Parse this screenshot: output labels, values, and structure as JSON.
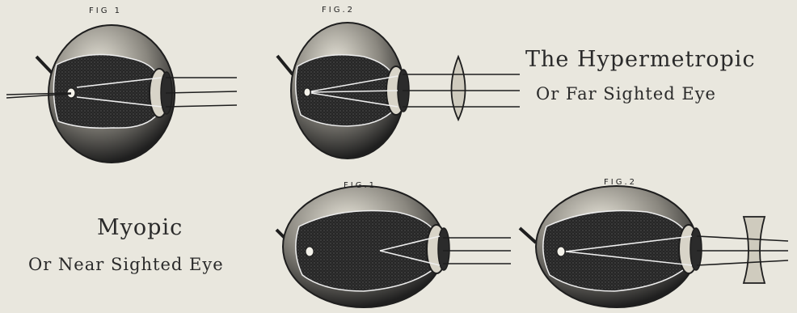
{
  "hyperopia": {
    "fig1_label": "FIG 1",
    "fig2_label": "FIG.2",
    "title_line1": "The Hypermetropic",
    "title_line2": "Or Far Sighted Eye"
  },
  "myopia": {
    "fig1_label": "FIG.1",
    "fig2_label": "FIG.2",
    "title_line1": "Myopic",
    "title_line2": "Or Near Sighted Eye"
  },
  "colors": {
    "background": "#e9e7de",
    "ink": "#1e1e1e",
    "eye_interior": "#2b2b2b",
    "eye_highlight": "#d9d6cc"
  }
}
